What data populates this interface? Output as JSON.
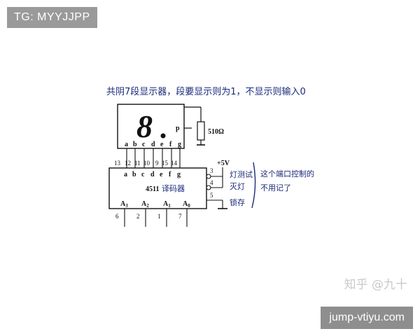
{
  "tags": {
    "top": "TG: MYYJJPP",
    "bottom": "jump-vtiyu.com"
  },
  "watermark": "知乎 @九十",
  "diagram": {
    "note_top": "共阴7段显示器，段要显示则为1，不显示则输入0",
    "note_lt": "灯测试",
    "note_bi": "灭灯",
    "note_le": "锁存",
    "note_right_1": "这个端口控制的",
    "note_right_2": "不用记了",
    "resistor": "510Ω",
    "p_label": "p",
    "vcc": "+5V",
    "chip_name": "4511",
    "chip_suffix": "译码器",
    "digit": "8",
    "seg_top": [
      "a",
      "b",
      "c",
      "d",
      "e",
      "f",
      "g"
    ],
    "seg_chip": [
      "a",
      "b",
      "c",
      "d",
      "e",
      "f",
      "g"
    ],
    "pins_top": [
      "13",
      "12",
      "11",
      "10",
      "9",
      "15",
      "14"
    ],
    "pins_right": [
      "3",
      "4",
      "5"
    ],
    "inputs": [
      "A",
      "A",
      "A",
      "A"
    ],
    "input_subs": [
      "3",
      "2",
      "1",
      "0"
    ],
    "pins_bottom": [
      "6",
      "2",
      "1",
      "7"
    ]
  }
}
